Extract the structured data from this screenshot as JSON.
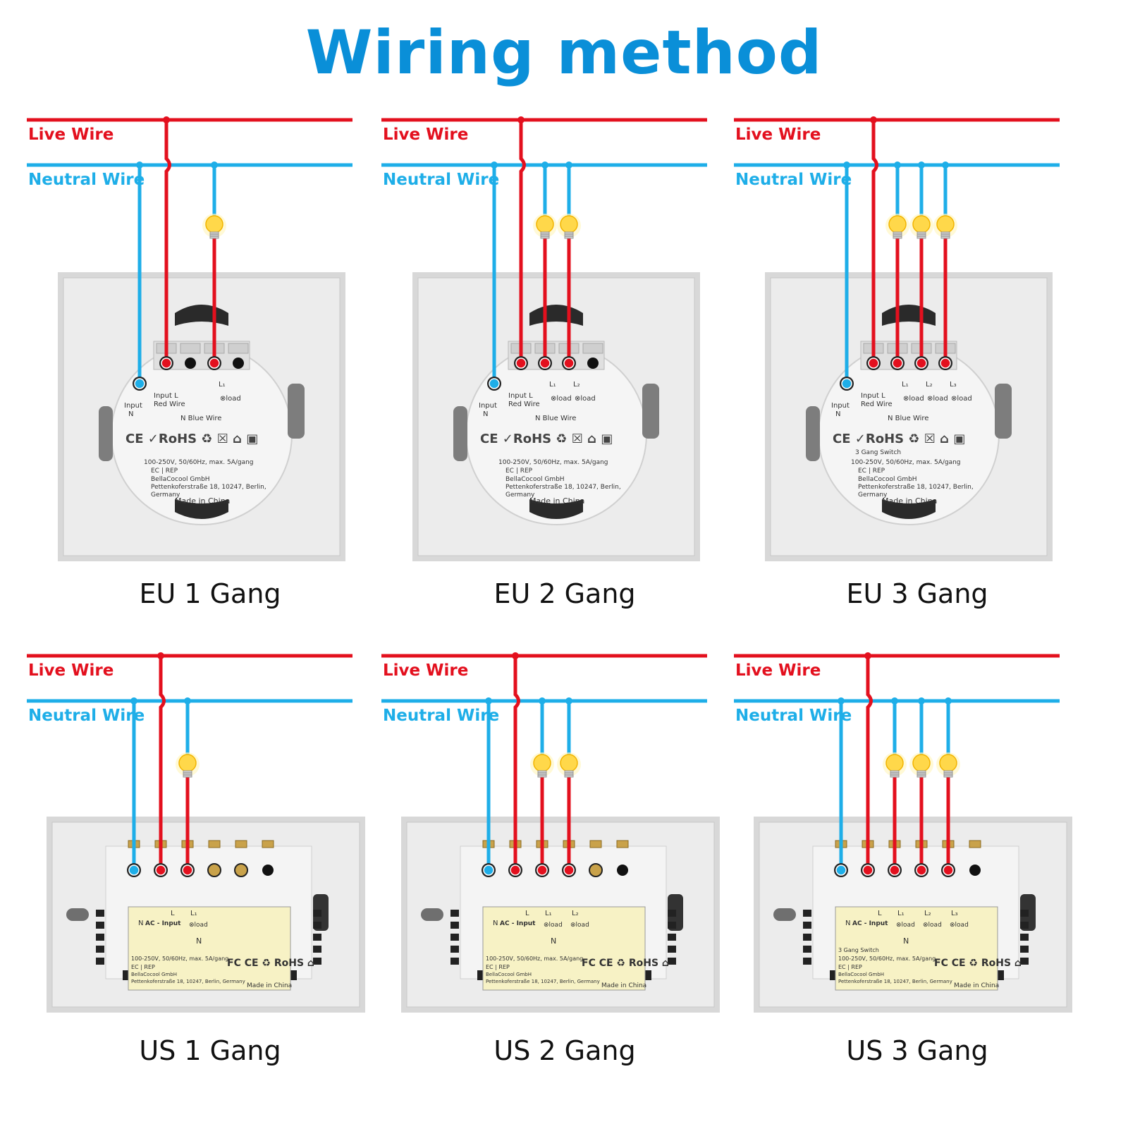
{
  "title": "Wiring method",
  "colors": {
    "live": "#e3101e",
    "neutral": "#1eaee8",
    "title": "#0a8fd8",
    "bulb": "#ffd84a",
    "plate": "#ececec",
    "label_panel": "#f7f2c5"
  },
  "wire_labels": {
    "live": "Live Wire",
    "neutral": "Neutral Wire"
  },
  "panels": [
    {
      "caption": "EU 1 Gang",
      "style": "EU",
      "gangs": 1,
      "terminal_labels": {
        "input_n": "Input\nN",
        "input_l": "Input L",
        "red_wire": "Red Wire",
        "blue_wire": "Blue Wire",
        "n": "N",
        "load": "load",
        "l1": "L₁"
      },
      "spec": "100-250V, 50/60Hz, max. 5A/gang",
      "ec_rep": [
        "EC",
        "REP"
      ],
      "company": [
        "BellaCocool GmbH",
        "Pettenkoferstraße 18, 10247, Berlin,",
        "Germany"
      ],
      "made_in": "Made in China"
    },
    {
      "caption": "EU 2 Gang",
      "style": "EU",
      "gangs": 2,
      "terminal_labels": {
        "input_n": "Input\nN",
        "input_l": "Input L",
        "red_wire": "Red Wire",
        "blue_wire": "Blue Wire",
        "n": "N",
        "load": "load",
        "l1": "L₁",
        "l2": "L₂"
      },
      "spec": "100-250V, 50/60Hz, max. 5A/gang",
      "ec_rep": [
        "EC",
        "REP"
      ],
      "company": [
        "BellaCocool GmbH",
        "Pettenkoferstraße 18, 10247, Berlin,",
        "Germany"
      ],
      "made_in": "Made in China"
    },
    {
      "caption": "EU 3 Gang",
      "style": "EU",
      "gangs": 3,
      "terminal_labels": {
        "input_n": "Input\nN",
        "input_l": "Input L",
        "red_wire": "Red Wire",
        "blue_wire": "Blue Wire",
        "n": "N",
        "load": "load",
        "l1": "L₁",
        "l2": "L₂",
        "l3": "L₃"
      },
      "switch_name": "3 Gang Switch",
      "spec": "100-250V, 50/60Hz, max. 5A/gang",
      "ec_rep": [
        "EC",
        "REP"
      ],
      "company": [
        "BellaCocool GmbH",
        "Pettenkoferstraße 18, 10247, Berlin,",
        "Germany"
      ],
      "made_in": "Made in China"
    },
    {
      "caption": "US 1 Gang",
      "style": "US",
      "gangs": 1,
      "terminal_labels": {
        "ac_input": "AC - Input",
        "n_side": "N",
        "l": "L",
        "n": "N",
        "load": "load",
        "l1": "L₁"
      },
      "spec": "100-250V, 50/60Hz, max. 5A/gang",
      "ec_rep": [
        "EC",
        "REP"
      ],
      "company": [
        "BellaCocool GmbH",
        "Pettenkoferstraße 18, 10247, Berlin, Germany"
      ],
      "made_in": "Made in China"
    },
    {
      "caption": "US 2 Gang",
      "style": "US",
      "gangs": 2,
      "terminal_labels": {
        "ac_input": "AC - Input",
        "n_side": "N",
        "l": "L",
        "n": "N",
        "load": "load",
        "l1": "L₁",
        "l2": "L₂"
      },
      "spec": "100-250V, 50/60Hz, max. 5A/gang",
      "ec_rep": [
        "EC",
        "REP"
      ],
      "company": [
        "BellaCocool GmbH",
        "Pettenkoferstraße 18, 10247, Berlin, Germany"
      ],
      "made_in": "Made in China"
    },
    {
      "caption": "US 3 Gang",
      "style": "US",
      "gangs": 3,
      "terminal_labels": {
        "ac_input": "AC - Input",
        "n_side": "N",
        "l": "L",
        "n": "N",
        "load": "load",
        "l1": "L₁",
        "l2": "L₂",
        "l3": "L₃"
      },
      "switch_name": "3 Gang Switch",
      "spec": "100-250V, 50/60Hz, max. 5A/gang",
      "ec_rep": [
        "EC",
        "REP"
      ],
      "company": [
        "BellaCocool GmbH",
        "Pettenkoferstraße 18, 10247, Berlin, Germany"
      ],
      "made_in": "Made in China"
    }
  ]
}
